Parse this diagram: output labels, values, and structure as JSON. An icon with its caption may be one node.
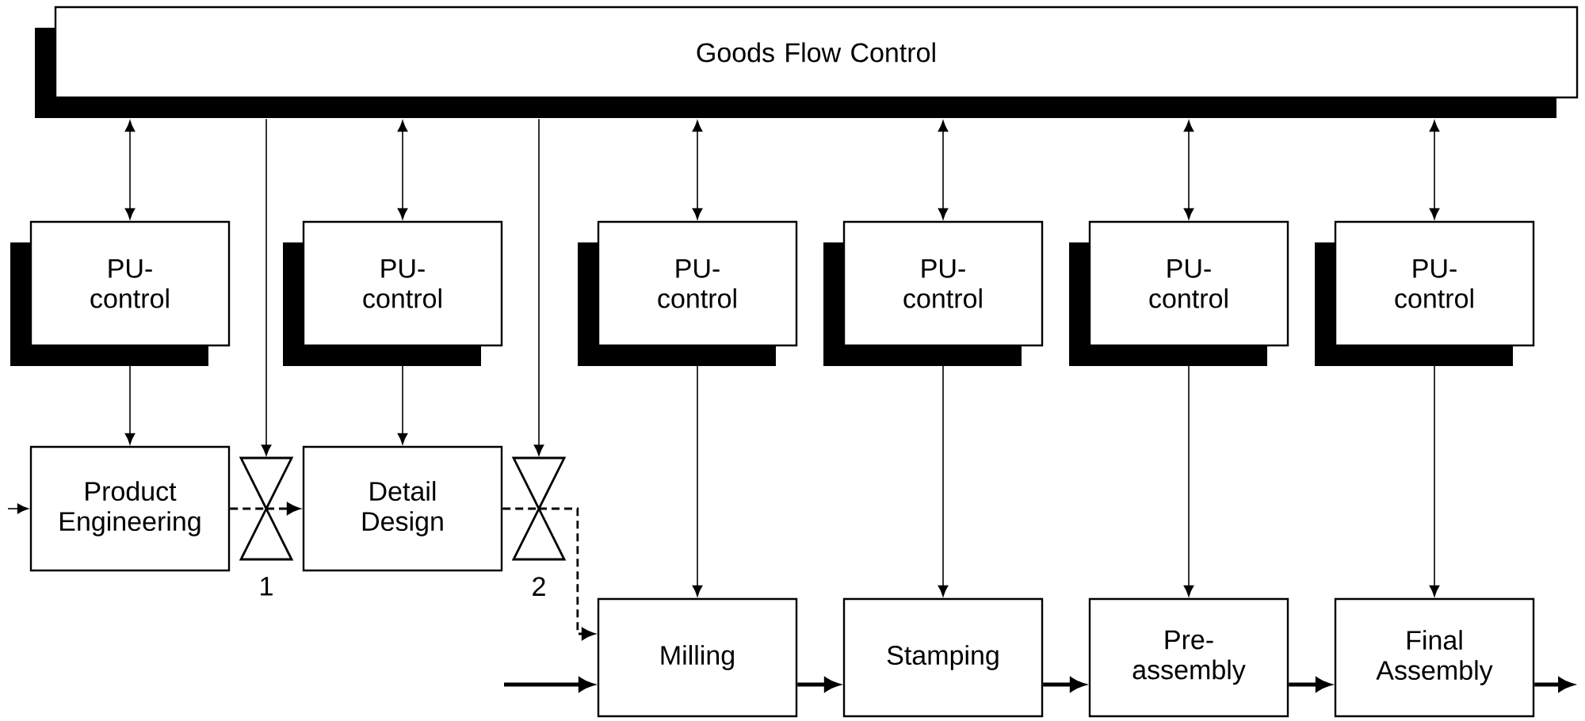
{
  "diagram": {
    "nodes": [
      {
        "text": [
          "Goods Flow Control"
        ]
      },
      {
        "text": [
          "PU- control"
        ]
      },
      {
        "text": [
          "PU- control"
        ]
      },
      {
        "text": [
          "PU- control"
        ]
      },
      {
        "text": [
          "PU- control"
        ]
      },
      {
        "text": [
          "PU- control"
        ]
      },
      {
        "text": [
          "PU- control"
        ]
      },
      {
        "text": [
          "Product Engineering"
        ]
      },
      {
        "text": [],
        "shape": "hourglass",
        "beside": [
          "1"
        ]
      },
      {
        "text": [
          "Detail Design"
        ]
      },
      {
        "text": [],
        "shape": "hourglass",
        "beside": [
          "2"
        ]
      },
      {
        "text": [
          "Milling"
        ]
      },
      {
        "text": [
          "Stamping"
        ]
      },
      {
        "text": [
          "Pre- assembly"
        ]
      },
      {
        "text": [
          "Final Assembly"
        ]
      }
    ],
    "edges": [
      {
        "from": 0,
        "to": 1,
        "arrow": "both"
      },
      {
        "from": 0,
        "to": 2,
        "arrow": "both"
      },
      {
        "from": 0,
        "to": 3,
        "arrow": "both"
      },
      {
        "from": 0,
        "to": 4,
        "arrow": "both"
      },
      {
        "from": 0,
        "to": 5,
        "arrow": "both"
      },
      {
        "from": 0,
        "to": 6,
        "arrow": "both"
      },
      {
        "from": 0,
        "to": 8,
        "arrow": "to"
      },
      {
        "from": 0,
        "to": 10,
        "arrow": "to"
      },
      {
        "from": 1,
        "to": 7,
        "arrow": "to"
      },
      {
        "from": 2,
        "to": 9,
        "arrow": "to"
      },
      {
        "from": 3,
        "to": 11,
        "arrow": "to"
      },
      {
        "from": 4,
        "to": 12,
        "arrow": "to"
      },
      {
        "from": 5,
        "to": 13,
        "arrow": "to"
      },
      {
        "from": 6,
        "to": 14,
        "arrow": "to"
      },
      {
        "from": null,
        "to": 7,
        "arrow": "to"
      },
      {
        "from": 7,
        "to": 8,
        "arrow": "none",
        "style": "dashed"
      },
      {
        "from": 8,
        "to": 9,
        "arrow": "to",
        "style": "dashed"
      },
      {
        "from": 9,
        "to": 10,
        "arrow": "none",
        "style": "dashed"
      },
      {
        "from": 10,
        "to": 11,
        "arrow": "to",
        "style": "dashed"
      },
      {
        "from": null,
        "to": 11,
        "arrow": "to",
        "style": "thick"
      },
      {
        "from": 11,
        "to": 12,
        "arrow": "to",
        "style": "thick"
      },
      {
        "from": 12,
        "to": 13,
        "arrow": "to",
        "style": "thick"
      },
      {
        "from": 13,
        "to": 14,
        "arrow": "to",
        "style": "thick"
      },
      {
        "from": 14,
        "to": null,
        "arrow": "to",
        "style": "thick"
      }
    ]
  }
}
